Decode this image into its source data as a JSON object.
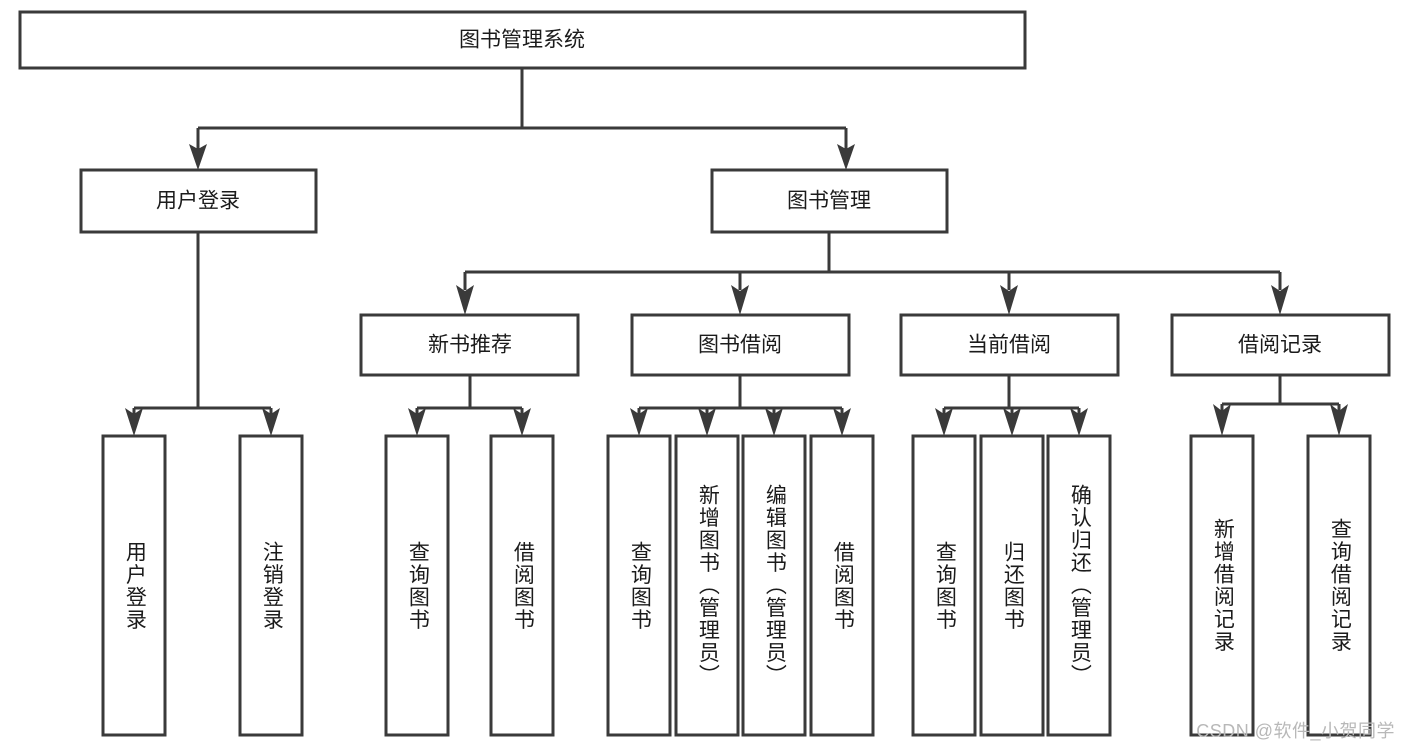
{
  "diagram": {
    "title": "图书管理系统",
    "type": "hierarchy-tree",
    "watermark": "CSDN @软件_小贺同学",
    "colors": {
      "stroke": "#3a3a3a",
      "fill": "#ffffff",
      "text": "#1b1b1b",
      "watermark": "#b8b8b8",
      "background": "#ffffff"
    },
    "root": {
      "label": "图书管理系统"
    },
    "level2": [
      {
        "label": "用户登录"
      },
      {
        "label": "图书管理"
      }
    ],
    "level3": [
      {
        "label": "新书推荐"
      },
      {
        "label": "图书借阅"
      },
      {
        "label": "当前借阅"
      },
      {
        "label": "借阅记录"
      }
    ],
    "leaves": {
      "user_login": [
        {
          "label": "用户登录"
        },
        {
          "label": "注销登录"
        }
      ],
      "new_book": [
        {
          "label": "查询图书"
        },
        {
          "label": "借阅图书"
        }
      ],
      "book_borrow": [
        {
          "label": "查询图书"
        },
        {
          "label": "新增图书（管理员）"
        },
        {
          "label": "编辑图书（管理员）"
        },
        {
          "label": "借阅图书"
        }
      ],
      "current_borrow": [
        {
          "label": "查询图书"
        },
        {
          "label": "归还图书"
        },
        {
          "label": "确认归还（管理员）"
        }
      ],
      "borrow_record": [
        {
          "label": "新增借阅记录"
        },
        {
          "label": "查询借阅记录"
        }
      ]
    }
  }
}
